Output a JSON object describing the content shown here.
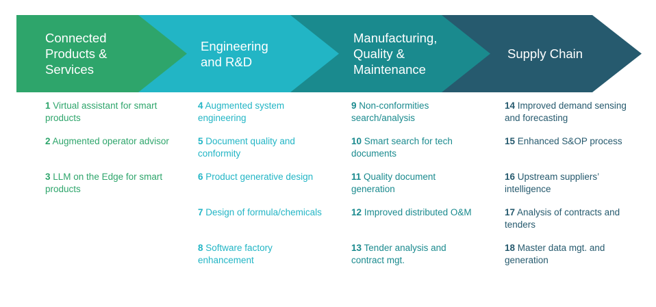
{
  "colors": {
    "green": "#2ea56b",
    "cyan": "#22b5c5",
    "teal": "#1a8a8e",
    "navy": "#265a6e"
  },
  "stages": [
    {
      "title": "Connected Products & Services",
      "items": [
        {
          "num": "1",
          "text": "Virtual assistant for smart products"
        },
        {
          "num": "2",
          "text": "Augmented operator advisor"
        },
        {
          "num": "3",
          "text": "LLM on the Edge for smart products"
        }
      ]
    },
    {
      "title": "Engineering and R&D",
      "items": [
        {
          "num": "4",
          "text": "Augmented system engineering"
        },
        {
          "num": "5",
          "text": "Document quality and conformity"
        },
        {
          "num": "6",
          "text": "Product generative design"
        },
        {
          "num": "7",
          "text": "Design of formula/chemicals"
        },
        {
          "num": "8",
          "text": "Software factory enhancement"
        }
      ]
    },
    {
      "title": "Manufacturing, Quality & Maintenance",
      "items": [
        {
          "num": "9",
          "text": "Non-conformities search/analysis"
        },
        {
          "num": "10",
          "text": "Smart search for tech documents"
        },
        {
          "num": "11",
          "text": "Quality document generation"
        },
        {
          "num": "12",
          "text": "Improved distributed O&M"
        },
        {
          "num": "13",
          "text": "Tender analysis and contract mgt."
        }
      ]
    },
    {
      "title": "Supply Chain",
      "items": [
        {
          "num": "14",
          "text": "Improved demand sensing and forecasting"
        },
        {
          "num": "15",
          "text": "Enhanced S&OP process"
        },
        {
          "num": "16",
          "text": "Upstream suppliers’ intelligence"
        },
        {
          "num": "17",
          "text": "Analysis of contracts and tenders"
        },
        {
          "num": "18",
          "text": "Master data mgt. and generation"
        }
      ]
    }
  ]
}
